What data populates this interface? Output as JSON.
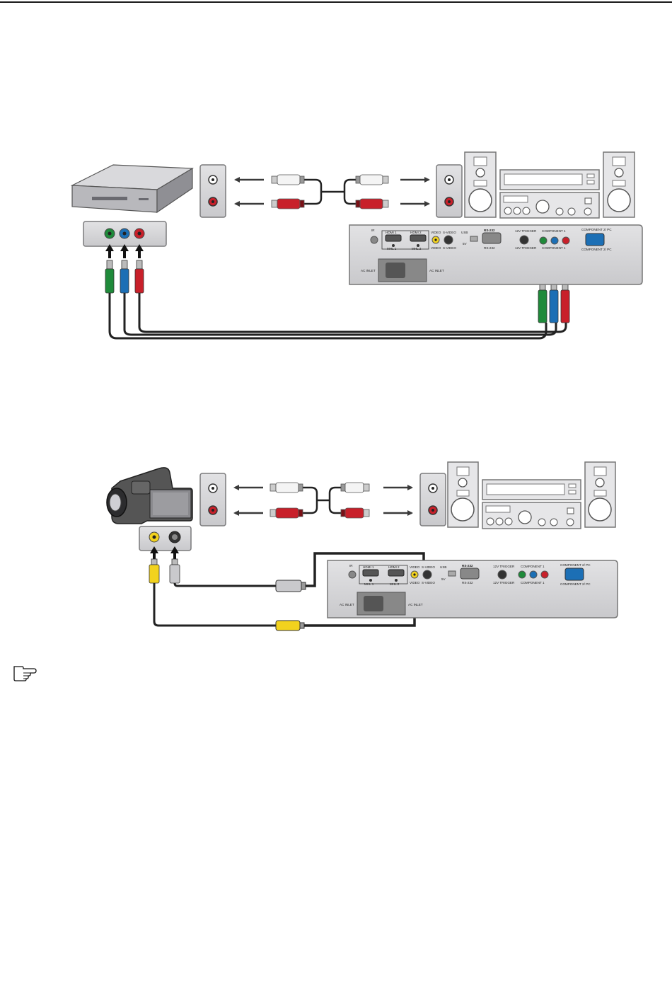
{
  "projector_panel": {
    "labels": {
      "hdmi1": "HDMI 1",
      "hdmi2": "HDMI 2",
      "mhl1": "MHL 1",
      "mhl2": "MHL 2",
      "video": "VIDEO",
      "video_mirror": "VIDEO",
      "svideo": "S-VIDEO",
      "svideo_mirror": "S-VIDEO",
      "usb": "USB",
      "usb_sub": "5V",
      "rs232": "RS-232",
      "rs232_mirror": "RS-232",
      "trigger": "12V TRIGGER",
      "trigger_mirror": "12V TRIGGER",
      "component1": "COMPONENT 1",
      "component1_mirror": "COMPONENT 1",
      "component2": "COMPONENT 2/ PC",
      "component2_mirror": "COMPONENT 2/ PC",
      "ir": "IR",
      "ac_inlet": "AC INLET",
      "ac_mirror": "AC INLET"
    }
  },
  "colors": {
    "green": "#1f8a3a",
    "blue": "#1c6fb5",
    "red": "#c8202a",
    "yellow": "#f2d21e",
    "panel_gray": "#d6d6d8",
    "panel_border": "#7a7a7c"
  },
  "icons": {
    "note": "pointing-hand-icon"
  }
}
